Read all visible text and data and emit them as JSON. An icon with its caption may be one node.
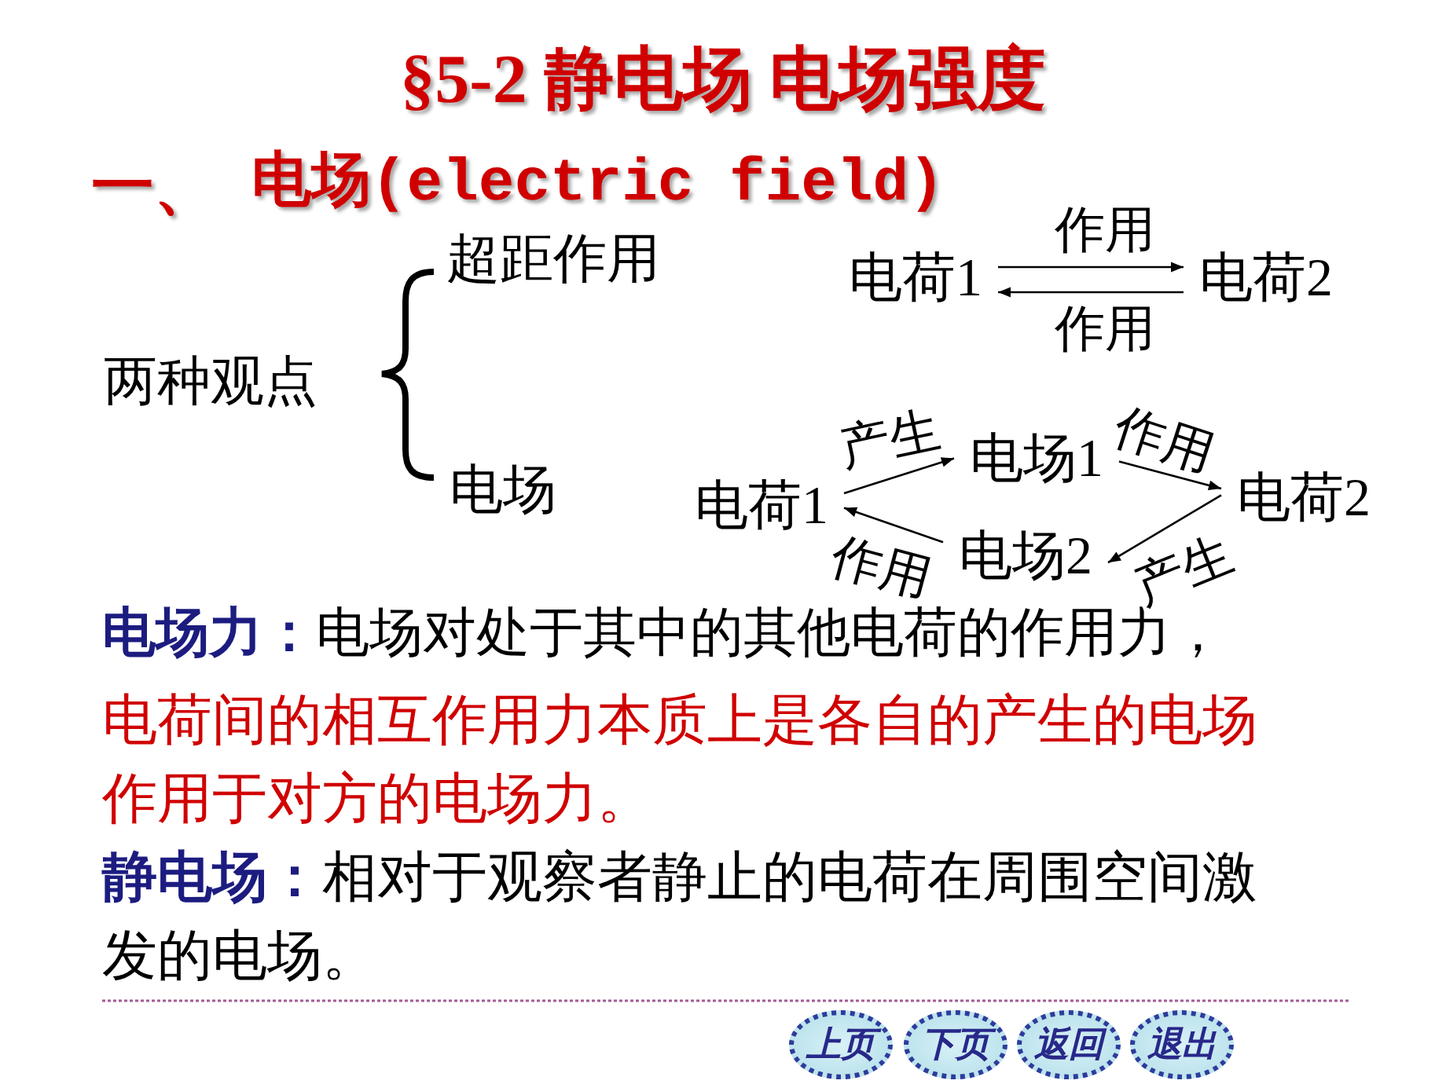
{
  "diagram": {
    "title": "§5-2 静电场 电场强度",
    "nodes": [
      {
        "text": [
          "电荷1"
        ]
      },
      {
        "text": [
          "电荷2"
        ]
      },
      {
        "text": [
          "电荷1"
        ]
      },
      {
        "text": [
          "电场1"
        ]
      },
      {
        "text": [
          "电荷2"
        ]
      },
      {
        "text": [
          "电场2"
        ]
      },
      {
        "text": [
          "上页"
        ]
      },
      {
        "text": [
          "下页"
        ]
      },
      {
        "text": [
          "返回"
        ]
      },
      {
        "text": [
          "退出"
        ]
      }
    ],
    "edges": [
      {
        "from": 0,
        "to": 1,
        "arrow": "to",
        "label": "作用"
      },
      {
        "from": 1,
        "to": 0,
        "arrow": "to",
        "label": "作用"
      },
      {
        "from": 2,
        "to": 3,
        "arrow": "to",
        "label": "产生"
      },
      {
        "from": 3,
        "to": 4,
        "arrow": "to",
        "label": "作用"
      },
      {
        "from": 4,
        "to": 5,
        "arrow": "to",
        "label": "产生"
      },
      {
        "from": 5,
        "to": 2,
        "arrow": "to",
        "label": "作用"
      }
    ],
    "labels": [
      "一、",
      "电场(electric field)",
      "两种观点",
      "超距作用",
      "电场",
      "**电场力：**电场对处于其中的其他电荷的作用力，",
      "电荷间的相互作用力本质上是各自的产生的电场作用于对方的电场力。",
      "**静电场：**相对于观察者静止的电荷在周围空间激发的电场。"
    ]
  }
}
